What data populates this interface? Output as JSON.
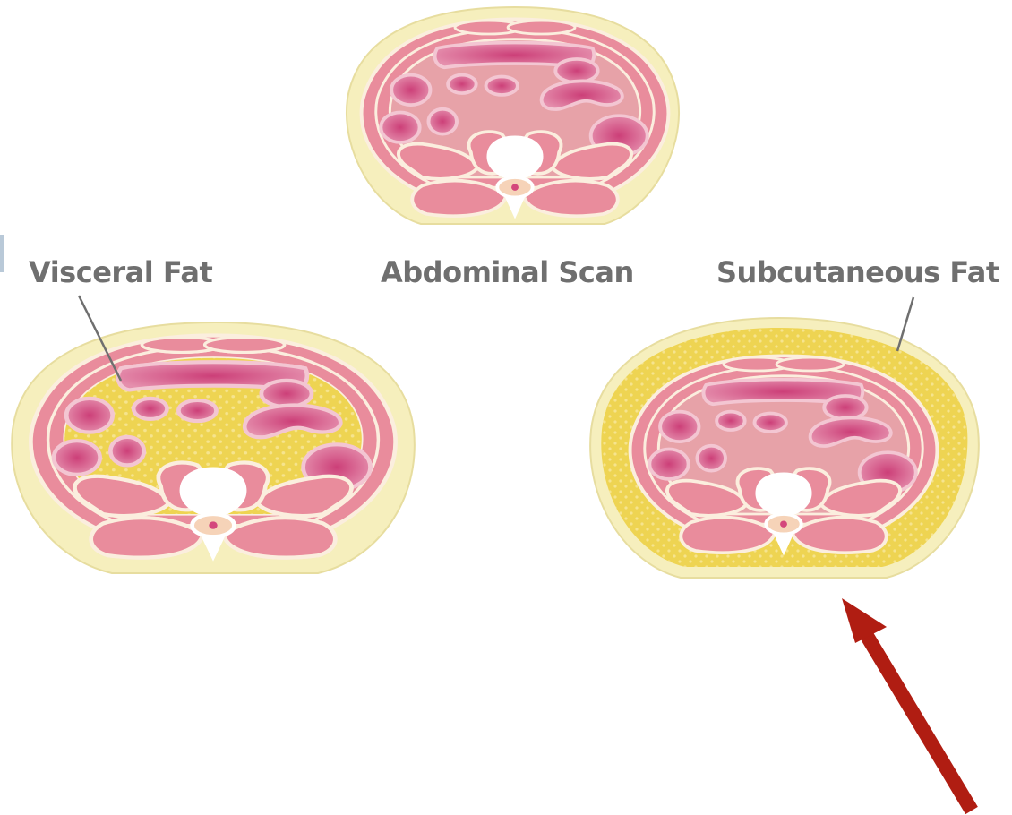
{
  "labels": {
    "visceral": "Visceral Fat",
    "scan": "Abdominal Scan",
    "subcutaneous": "Subcutaneous Fat"
  },
  "colors": {
    "skin": "#f6efbd",
    "skin_edge": "#e7dd9f",
    "fat": "#eed452",
    "fat_dots": "#f6e48e",
    "cavity": "#e7a2a8",
    "muscle": "#e98c9c",
    "muscle_line": "#fbeede",
    "organ": "#d45c86",
    "bone": "#ffffff",
    "arrow": "#b01d12",
    "label_text": "#6f6f6f"
  },
  "figures": [
    "scan-normal",
    "visceral-fat-scan",
    "subcutaneous-fat-scan"
  ]
}
